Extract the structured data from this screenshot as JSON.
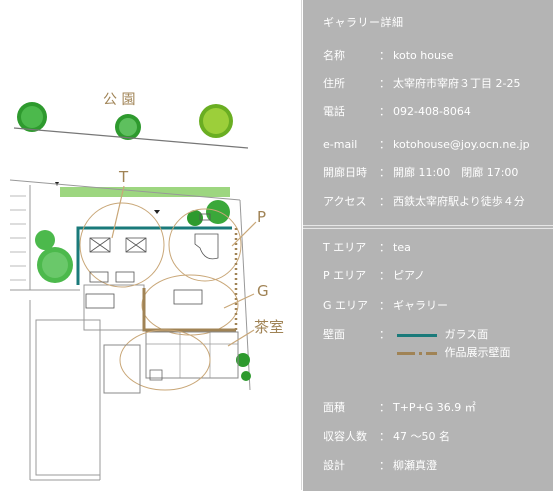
{
  "map": {
    "park_label": "公 園",
    "zone_t": "T",
    "zone_p": "P",
    "zone_g": "G",
    "zone_tea": "茶室"
  },
  "details": {
    "title": "ギャラリー詳細",
    "rows": [
      {
        "label": "名称",
        "value": "koto house"
      },
      {
        "label": "住所",
        "value": "太宰府市宰府３丁目 2-25"
      },
      {
        "label": "電話",
        "value": "092-408-8064"
      },
      {
        "label": "e-mail",
        "value": "kotohouse@joy.ocn.ne.jp"
      },
      {
        "label": "開廊日時",
        "value": "開廊 11:00　閉廊 17:00"
      },
      {
        "label": "アクセス",
        "value": "西鉄太宰府駅より徒歩４分"
      }
    ],
    "colon": "："
  },
  "areas": {
    "rows": [
      {
        "label": "T エリア",
        "value": "tea"
      },
      {
        "label": "P エリア",
        "value": "ピアノ"
      },
      {
        "label": "G エリア",
        "value": "ギャラリー"
      }
    ],
    "wall_label": "壁面",
    "wall_glass": "ガラス面",
    "wall_art": "作品展示壁面",
    "area_label": "面積",
    "area_value": "T+P+G 36.9 ㎡",
    "capacity_label": "収容人数",
    "capacity_value": "47 ～50 名",
    "design_label": "設計",
    "design_value": "柳瀬真澄",
    "colon": "："
  },
  "colors": {
    "accent_teal": "#1a7a7a",
    "accent_brown": "#a08355",
    "panel_gray": "#b4b4b4",
    "tree_green": "#3aa83a"
  }
}
